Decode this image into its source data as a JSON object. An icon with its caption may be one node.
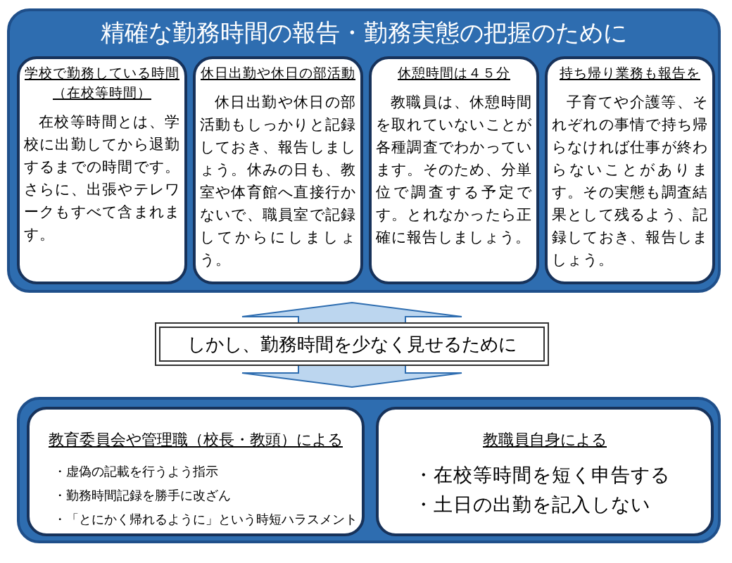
{
  "diagram": {
    "nodes": [
      {
        "text": [
          "精確な勤務時間の報告・勤務実態の把握のために"
        ]
      },
      {
        "text": [
          "学校で勤務している時間（在校等時間）",
          "在校等時間とは、学校に出勤してから退勤するまでの時間です。さらに、出張やテレワークもすべて含まれます。"
        ],
        "in": 0
      },
      {
        "text": [
          "休日出勤や休日の部活動",
          "休日出勤や休日の部活動もしっかりと記録しておき、報告しましょう。休みの日も、教室や体育館へ直接行かないで、職員室で記録してからにしましょう。"
        ],
        "in": 0
      },
      {
        "text": [
          "休憩時間は４５分",
          "教職員は、休憩時間を取れていないことが各種調査でわかっています。そのため、分単位で調査する予定です。とれなかったら正確に報告しましょう。"
        ],
        "in": 0
      },
      {
        "text": [
          "持ち帰り業務も報告を",
          "子育てや介護等、それぞれの事情で持ち帰らなければ仕事が終わらないことがあります。その実態も調査結果として残るよう、記録しておき、報告しましょう。"
        ],
        "in": 0
      },
      {
        "text": [
          "しかし、勤務時間を少なく見せるために"
        ]
      },
      {
        "text": [],
        "shape": "box"
      },
      {
        "text": [
          "教育委員会や管理職（校長・教頭）による",
          "・虚偽の記載を行うよう指示",
          "・勤務時間記録を勝手に改ざん",
          "・「とにかく帰れるように」という時短ハラスメント"
        ],
        "in": 6
      },
      {
        "text": [
          "教職員自身による",
          "・在校等時間を短く申告する",
          "・土日の出勤を記入しない"
        ],
        "in": 6
      }
    ],
    "edges": [
      {
        "from": 5,
        "to": 0,
        "arrow": "to"
      },
      {
        "from": 5,
        "to": 6,
        "arrow": "to"
      }
    ]
  }
}
